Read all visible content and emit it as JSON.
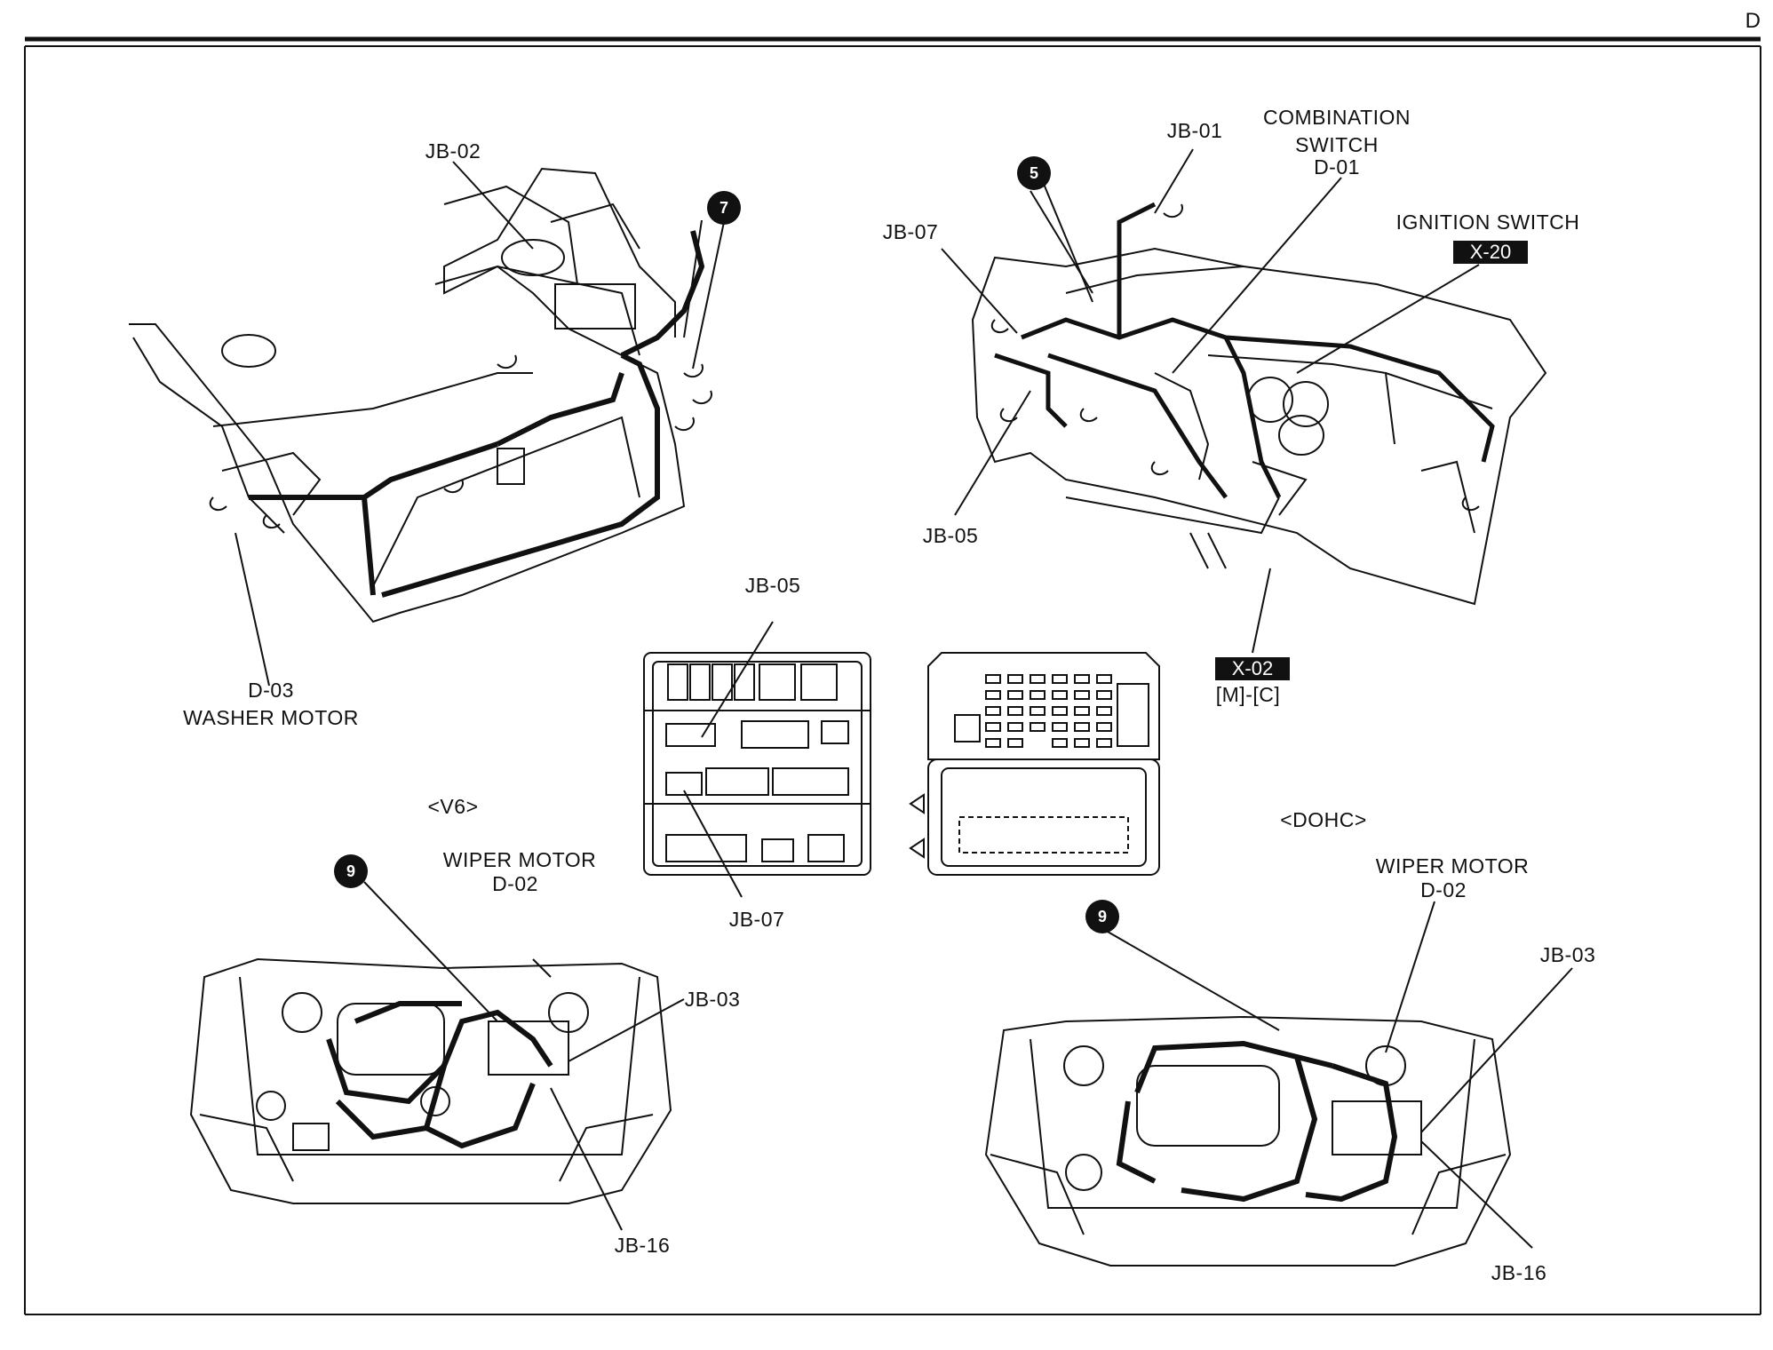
{
  "page": {
    "section": "D"
  },
  "labels": {
    "jb02_top": "JB-02",
    "washer_code": "D-03",
    "washer_name": "WASHER MOTOR",
    "jb01": "JB-01",
    "combo_line1": "COMBINATION",
    "combo_line2": "SWITCH",
    "combo_code": "D-01",
    "ignition": "IGNITION SWITCH",
    "jb07_dash": "JB-07",
    "jb05_dash": "JB-05",
    "jb05_box": "JB-05",
    "jb07_box": "JB-07",
    "v6": "<V6>",
    "dohc": "<DOHC>",
    "wiper_v6_name": "WIPER MOTOR",
    "wiper_v6_code": "D-02",
    "wiper_dohc_name": "WIPER MOTOR",
    "wiper_dohc_code": "D-02",
    "jb03_v6": "JB-03",
    "jb16_v6": "JB-16",
    "jb03_dohc": "JB-03",
    "jb16_dohc": "JB-16"
  },
  "connectors": {
    "x20": "X-20",
    "x02": "X-02",
    "x02_variant": "[M]-[C]"
  },
  "badges": {
    "harness_front": "7",
    "harness_dash": "5",
    "harness_v6": "9",
    "harness_dohc": "9"
  },
  "colors": {
    "line": "#111111",
    "paper": "#ffffff"
  }
}
